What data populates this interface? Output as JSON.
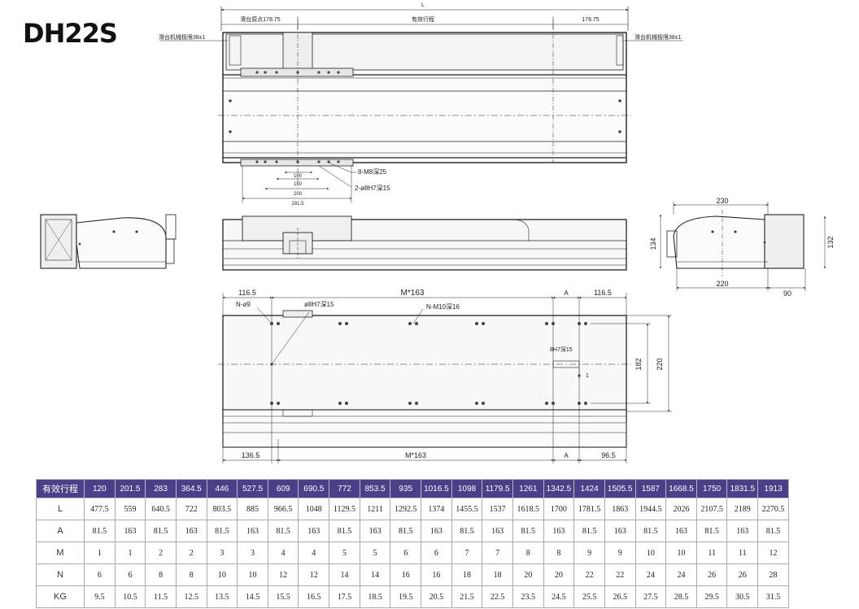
{
  "model": "DH22S",
  "top_view": {
    "overall_label": "L",
    "slider_origin": "滑台原点178.75",
    "effective_stroke": "有效行程",
    "right_dim": "178.75",
    "left_limit": "滑台机械极限38±1",
    "right_limit": "滑台机械极限38±1",
    "hole_callout": "8-M8深25",
    "pin_callout": "2-ø8H7深15",
    "dims": [
      "100",
      "150",
      "200",
      "281.5"
    ]
  },
  "end_view": {
    "width": "230",
    "height_left": "134",
    "height_right": "132",
    "base_width": "220",
    "motor_width": "90"
  },
  "bottom_view": {
    "top_left": "116.5",
    "top_pitch": "M*163",
    "top_a": "A",
    "top_right": "116.5",
    "n_hole": "N-ø9",
    "pin_hole": "ø8H7深15",
    "thread_hole": "N-M10深16",
    "slot": "8H7深15",
    "slot_depth": "1",
    "height_inner": "182",
    "height_outer": "220",
    "bottom_left": "136.5",
    "bottom_pitch": "M*163",
    "bottom_a": "A",
    "bottom_right": "96.5"
  },
  "table": {
    "header_label": "有效行程",
    "strokes": [
      "120",
      "201.5",
      "283",
      "364.5",
      "446",
      "527.5",
      "609",
      "690.5",
      "772",
      "853.5",
      "935",
      "1016.5",
      "1098",
      "1179.5",
      "1261",
      "1342.5",
      "1424",
      "1505.5",
      "1587",
      "1668.5",
      "1750",
      "1831.5",
      "1913"
    ],
    "rows": [
      {
        "label": "L",
        "values": [
          "477.5",
          "559",
          "640.5",
          "722",
          "803.5",
          "885",
          "966.5",
          "1048",
          "1129.5",
          "1211",
          "1292.5",
          "1374",
          "1455.5",
          "1537",
          "1618.5",
          "1700",
          "1781.5",
          "1863",
          "1944.5",
          "2026",
          "2107.5",
          "2189",
          "2270.5"
        ]
      },
      {
        "label": "A",
        "values": [
          "81.5",
          "163",
          "81.5",
          "163",
          "81.5",
          "163",
          "81.5",
          "163",
          "81.5",
          "163",
          "81.5",
          "163",
          "81.5",
          "163",
          "81.5",
          "163",
          "81.5",
          "163",
          "81.5",
          "163",
          "81.5",
          "163",
          "81.5"
        ]
      },
      {
        "label": "M",
        "values": [
          "1",
          "1",
          "2",
          "2",
          "3",
          "3",
          "4",
          "4",
          "5",
          "5",
          "6",
          "6",
          "7",
          "7",
          "8",
          "8",
          "9",
          "9",
          "10",
          "10",
          "11",
          "11",
          "12"
        ]
      },
      {
        "label": "N",
        "values": [
          "6",
          "6",
          "8",
          "8",
          "10",
          "10",
          "12",
          "12",
          "14",
          "14",
          "16",
          "16",
          "18",
          "18",
          "20",
          "20",
          "22",
          "22",
          "24",
          "24",
          "26",
          "26",
          "28"
        ]
      },
      {
        "label": "KG",
        "values": [
          "9.5",
          "10.5",
          "11.5",
          "12.5",
          "13.5",
          "14.5",
          "15.5",
          "16.5",
          "17.5",
          "18.5",
          "19.5",
          "20.5",
          "21.5",
          "22.5",
          "23.5",
          "24.5",
          "25.5",
          "26.5",
          "27.5",
          "28.5",
          "29.5",
          "30.5",
          "31.5"
        ]
      }
    ]
  }
}
